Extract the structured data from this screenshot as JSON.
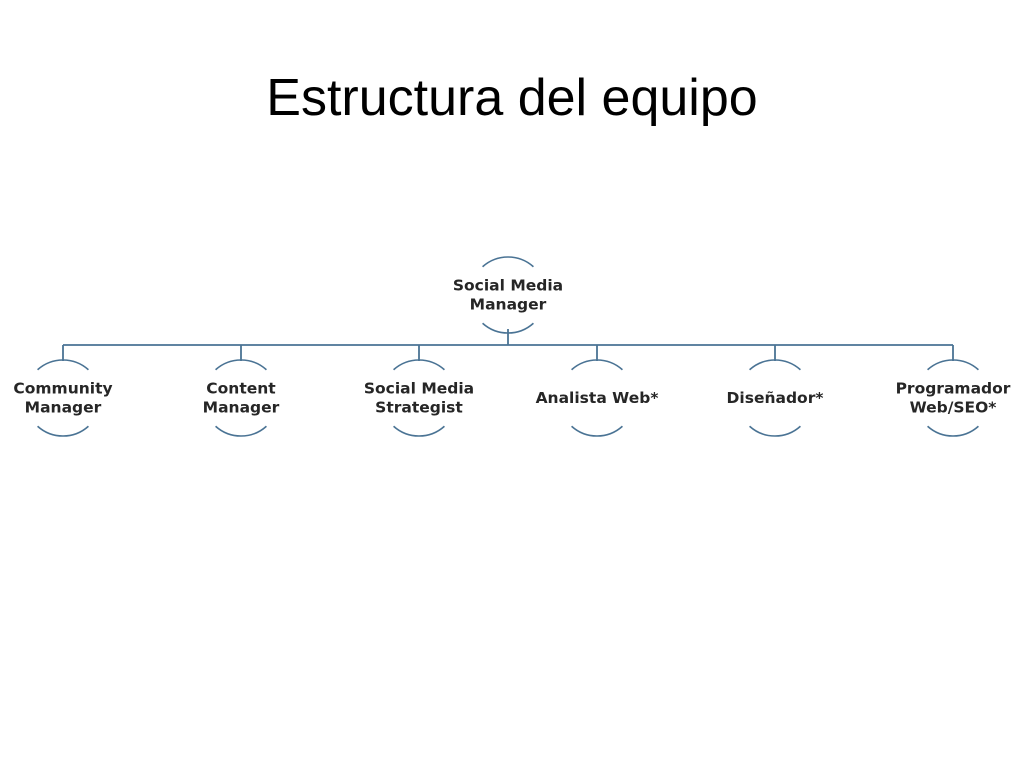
{
  "slide": {
    "title": "Estructura del equipo"
  },
  "colors": {
    "line": "#4a7394",
    "text": "#262626",
    "background": "#ffffff"
  },
  "org_chart": {
    "root": {
      "lines": [
        "Social Media",
        "Manager"
      ]
    },
    "children": [
      {
        "lines": [
          "Community",
          "Manager"
        ]
      },
      {
        "lines": [
          "Content",
          "Manager"
        ]
      },
      {
        "lines": [
          "Social Media",
          "Strategist"
        ]
      },
      {
        "lines": [
          "Analista Web*"
        ]
      },
      {
        "lines": [
          "Diseñador*"
        ]
      },
      {
        "lines": [
          "Programador",
          "Web/SEO*"
        ]
      }
    ]
  }
}
